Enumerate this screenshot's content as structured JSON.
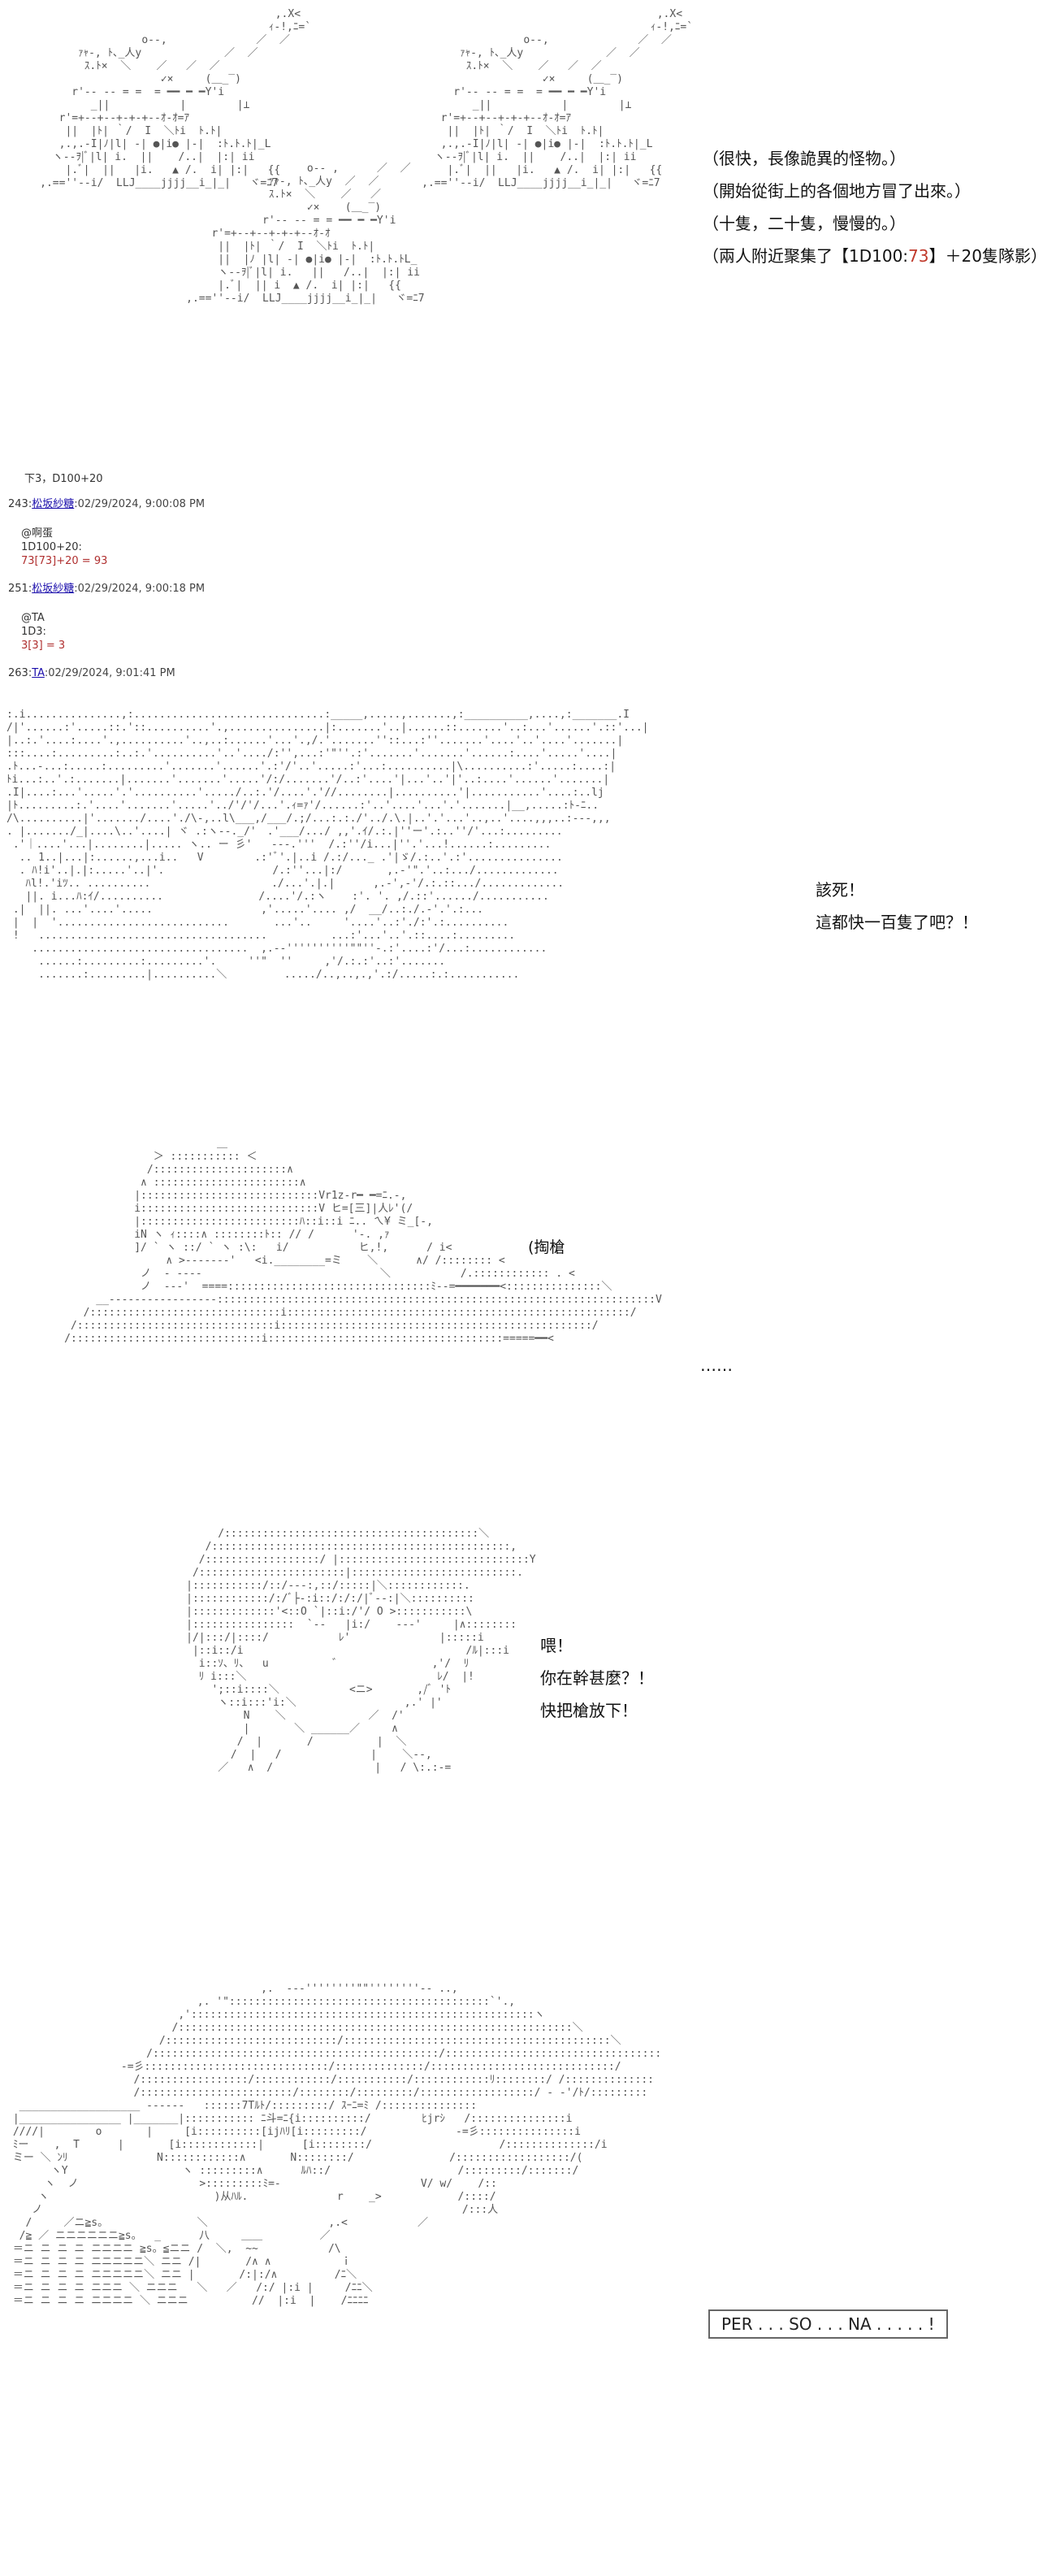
{
  "panel1": {
    "narration": [
      "（很快，長像詭異的怪物。）",
      "（開始從街上的各個地方冒了出來。）",
      "（十隻，二十隻，慢慢的。）"
    ],
    "narration_roll": {
      "prefix": "（兩人附近聚集了【1D100:",
      "value": "73",
      "suffix": "】＋20隻隊影）"
    },
    "footnote": "下3，D100+20"
  },
  "posts": [
    {
      "number": "243:",
      "author": "松坂紗糖",
      "date": ":02/29/2024, 9:00:08 PM",
      "mention": "@啊蛋",
      "roll_expr": "1D100+20:",
      "roll_result": "73[73]+20 = 93"
    },
    {
      "number": "251:",
      "author": "松坂紗糖",
      "date": ":02/29/2024, 9:00:18 PM",
      "mention": "@TA",
      "roll_expr": "1D3:",
      "roll_result": "3[3] = 3"
    },
    {
      "number": "263:",
      "author": "TA",
      "date": ":02/29/2024, 9:01:41 PM"
    }
  ],
  "panel2": {
    "lines": [
      "該死！",
      "這都快一百隻了吧？！"
    ]
  },
  "panel3": {
    "sfx": "(掏槍",
    "ellipsis": "……"
  },
  "panel4": {
    "lines": [
      "喂！",
      "你在幹甚麼？！",
      "快把槍放下！"
    ]
  },
  "panel5": {
    "boxed": "PER . . . SO . . . NA . . . . . !"
  },
  "colors": {
    "roll_result": "#b03030",
    "author_link": "#1a0dab"
  }
}
